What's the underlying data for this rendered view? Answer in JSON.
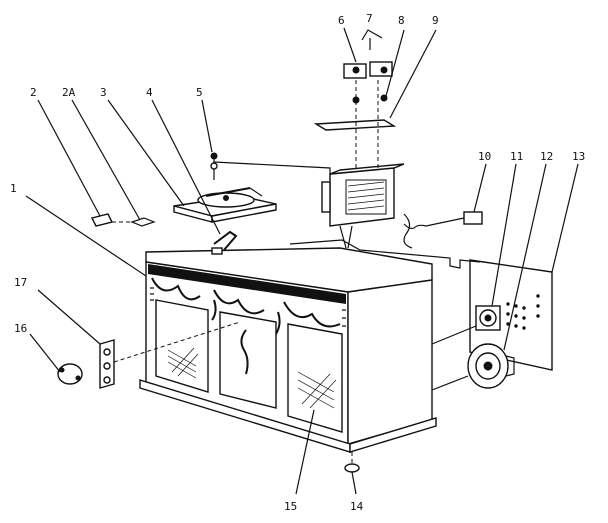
{
  "diagram": {
    "callouts": [
      {
        "id": "p1",
        "label": "1"
      },
      {
        "id": "p2",
        "label": "2"
      },
      {
        "id": "p2a",
        "label": "2A"
      },
      {
        "id": "p3",
        "label": "3"
      },
      {
        "id": "p4",
        "label": "4"
      },
      {
        "id": "p5",
        "label": "5"
      },
      {
        "id": "p6",
        "label": "6"
      },
      {
        "id": "p7",
        "label": "7"
      },
      {
        "id": "p8",
        "label": "8"
      },
      {
        "id": "p9",
        "label": "9"
      },
      {
        "id": "p10",
        "label": "10"
      },
      {
        "id": "p11",
        "label": "11"
      },
      {
        "id": "p12",
        "label": "12"
      },
      {
        "id": "p13",
        "label": "13"
      },
      {
        "id": "p14",
        "label": "14"
      },
      {
        "id": "p15",
        "label": "15"
      },
      {
        "id": "p16",
        "label": "16"
      },
      {
        "id": "p17",
        "label": "17"
      }
    ]
  }
}
